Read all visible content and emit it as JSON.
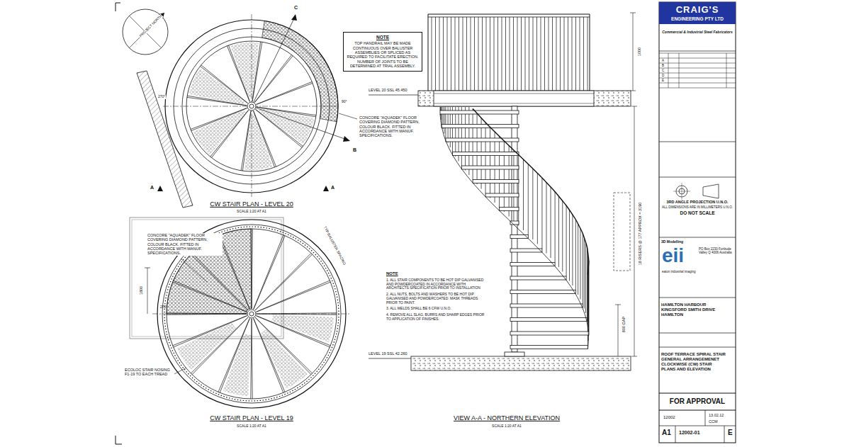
{
  "diagram": {
    "nodes": [
      {
        "text": [
          "NOTE",
          "TOP HANDRAIL MAY BE MADE CONTINUOUS OVER BALUSTER ASSEMBLIES OR SPLICED AS REQUIRED TO FACILITATE ERECTION. NUMBER OF JOINTS TO BE DETERMINED AT TRIAL ASSEMBLY."
        ]
      },
      {
        "text": [
          "CRAIG'S",
          "ENGINEERING PTY LTD",
          "Commercial & Industrial Steel Fabricators"
        ]
      },
      {
        "text": [
          "3RD ANGLE PROJECTION U.N.O.",
          "ALL DIMENSIONS ARE IN MILLIMETERS U.N.O.",
          "DO NOT SCALE"
        ]
      },
      {
        "text": [
          "3D Modelling",
          "eii",
          "eaton industrial imaging",
          "PO Box 2230 Fortitude Valley Q 4006 Australia"
        ]
      },
      {
        "text": [
          "HAMILTON HARBOUR",
          "KINGSFORD SMITH DRIVE",
          "HAMILTON"
        ]
      },
      {
        "text": [
          "ROOF TERRACE SPIRAL STAIR",
          "GENERAL ARRANGEMENET",
          "CLOCKWISE (CW) STAIR",
          "PLANS AND ELEVATION"
        ]
      },
      {
        "text": [
          "FOR APPROVAL"
        ]
      },
      {
        "text": [
          "12002",
          "13.02.12",
          "CCM",
          "A1",
          "12002-01",
          "E"
        ]
      }
    ],
    "labels": [
      "PROJECT NORTH",
      "C",
      "B",
      "A",
      "A",
      "270°",
      "90°",
      "CONCORE \"AQUADEK\" FLOOR COVERING DIAMOND PATTERN, COLOUR BLACK. FITTED IN ACCORDANCE WITH MANUF. SPECIFICATIONS.",
      "CW STAIR PLAN - LEVEL 20",
      "SCALE 1:20 AT A1",
      "CONCORE \"AQUADEK\" FLOOR COVERING DIAMOND PATTERN, COLOUR BLACK. FITTED IN ACCORDANCE WITH MANUF. SPECIFICATIONS.",
      "1800",
      "270°",
      "TYP BALUSTER SPACING",
      "ECOLOC STAIR NOSING F1-19 TO EACH TREAD",
      "CW STAIR PLAN - LEVEL 19",
      "SCALE 1:20 AT A1",
      "LEVEL 20 SSL 45.450",
      "1000",
      "18 RISERS @ 177 APPROX = 3190",
      "800 GAP",
      "NOTE",
      "1. ALL STAIR COMPONENTS TO BE HOT DIP GALVANISED AND POWDERCOATED IN ACCORDANCE WITH ARCHITECTS SPECIFICATION PRIOR TO INSTALLATION",
      "2. ALL NUTS, BOLTS AND WASHERS TO BE HOT DIP GALVANISED AND POWDERCOATED. MASK THREADS PRIOR TO PAINT.",
      "3. ALL WELDS SHALL BE 6 CFW U.N.O.",
      "4. REMOVE ALL SLAG, BURRS AND SHARP EDGES PRIOR TO APPLICATION OF FINISHES.",
      "LEVEL 19 SSL 42.260",
      "VIEW A-A - NORTHERN ELEVATION",
      "SCALE 1:20 AT A1",
      "A",
      "B",
      "C",
      "D",
      "E"
    ]
  }
}
